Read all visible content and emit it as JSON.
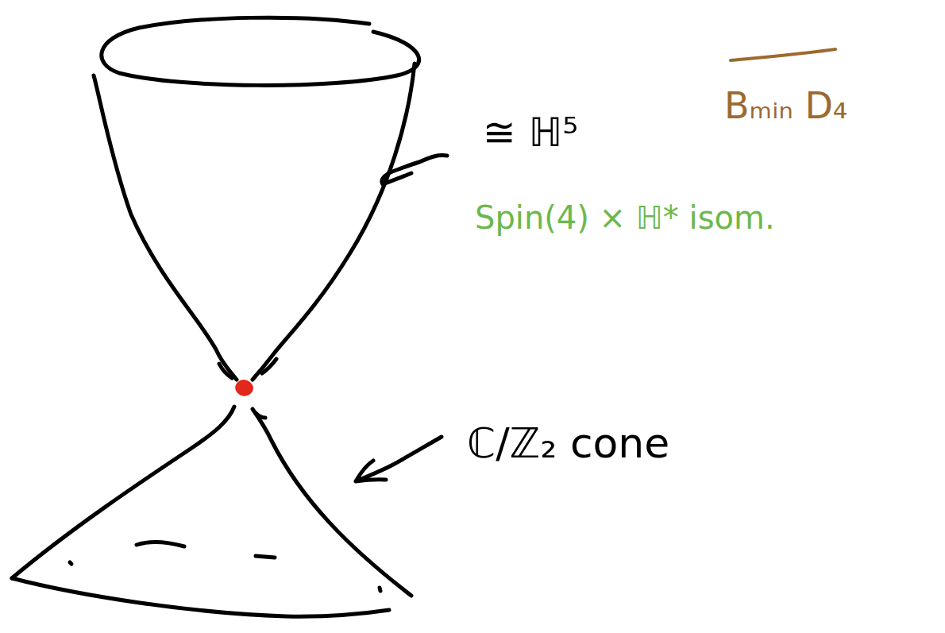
{
  "diagram": {
    "labels": [
      "≅ ℍ⁵",
      "Spin(4) × ℍ* isom.",
      "Bₘᵢₙ D₄",
      "ℂ/ℤ₂ cone"
    ]
  }
}
